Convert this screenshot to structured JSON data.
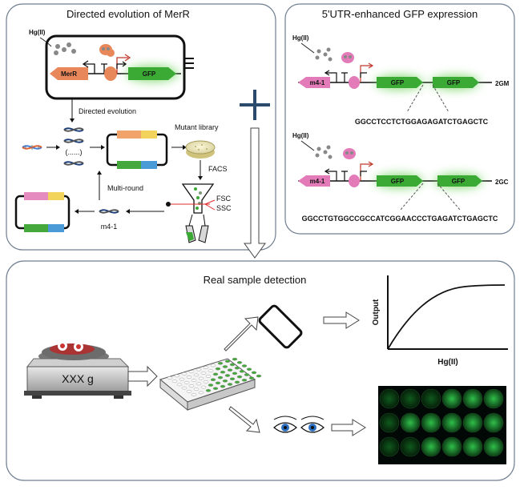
{
  "panels": {
    "directed": {
      "title": "Directed evolution of MerR"
    },
    "utr": {
      "title": "5'UTR-enhanced GFP expression"
    },
    "real": {
      "title": "Real sample detection"
    }
  },
  "labels": {
    "hg": "Hg(II)",
    "merr": "MerR",
    "gfp": "GFP",
    "directed_evolution": "Directed evolution",
    "mutant_library": "Mutant library",
    "facs": "FACS",
    "multi_round": "Multi-round",
    "m4_1": "m4-1",
    "fsc": "FSC",
    "ssc": "SSC",
    "dots": "(......)",
    "construct_2gm": "2GM",
    "construct_2gc": "2GC",
    "seq_2gm": "GGCCTCCTCTGGAGAGATCTGAGCTC",
    "seq_2gc": "GGCCTGTGGCCGCCATCGGAACCCTGAGATCTGAGCTC",
    "scale": "XXX g",
    "y_axis": "Output",
    "x_axis": "Hg(II)"
  },
  "colors": {
    "gfp": "#3aaa35",
    "merr": "#e8875a",
    "m4_1": "#e27bb8",
    "panel_border": "#6f7f92",
    "plasmid_pink": "#e58bbf",
    "plasmid_yellow": "#f2d35b",
    "plasmid_green": "#44a83d",
    "plasmid_blue": "#4a9ad8",
    "plasmid_orange": "#f0a36a"
  }
}
